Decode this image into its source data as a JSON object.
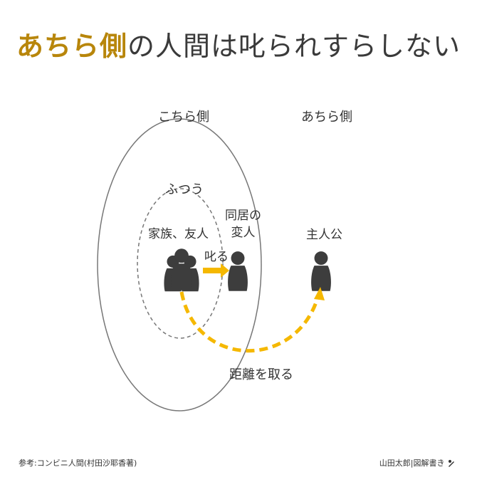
{
  "title": {
    "highlight": "あちら側",
    "rest": "の人間は叱られすらしない"
  },
  "labels": {
    "kochira": "こちら側",
    "achira": "あちら側",
    "futsuu": "ふつう",
    "family": "家族、友人",
    "roommate_line1": "同居の",
    "roommate_line2": "変人",
    "scold": "叱る",
    "protagonist": "主人公",
    "distance": "距離を取る"
  },
  "footer": {
    "source": "参考:コンビニ人間(村田沙耶香著)",
    "credit": "山田太郎|図解書き"
  },
  "colors": {
    "accent": "#f5b800",
    "title_highlight": "#b8860b",
    "figure": "#3d3d3d",
    "circle": "#777777"
  }
}
